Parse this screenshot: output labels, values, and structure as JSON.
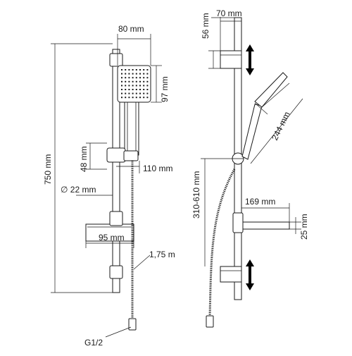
{
  "front_view": {
    "head_width": "80 mm",
    "head_height": "97 mm",
    "total_height": "750 mm",
    "holder_height": "48 mm",
    "holder_projection": "110 mm",
    "rail_diameter": "∅ 22 mm",
    "soap_dish_width": "95 mm",
    "hose_length": "1,75 m",
    "connection": "G1/2"
  },
  "side_view": {
    "bracket_offset": "70 mm",
    "bracket_height": "56 mm",
    "handset_length": "244 mm",
    "holder_adjust_range": "310-610 mm",
    "soap_dish_projection": "169 mm",
    "soap_dish_height": "25 mm"
  },
  "icons": {
    "adjust_arrow": "double-vertical-arrow-icon"
  }
}
